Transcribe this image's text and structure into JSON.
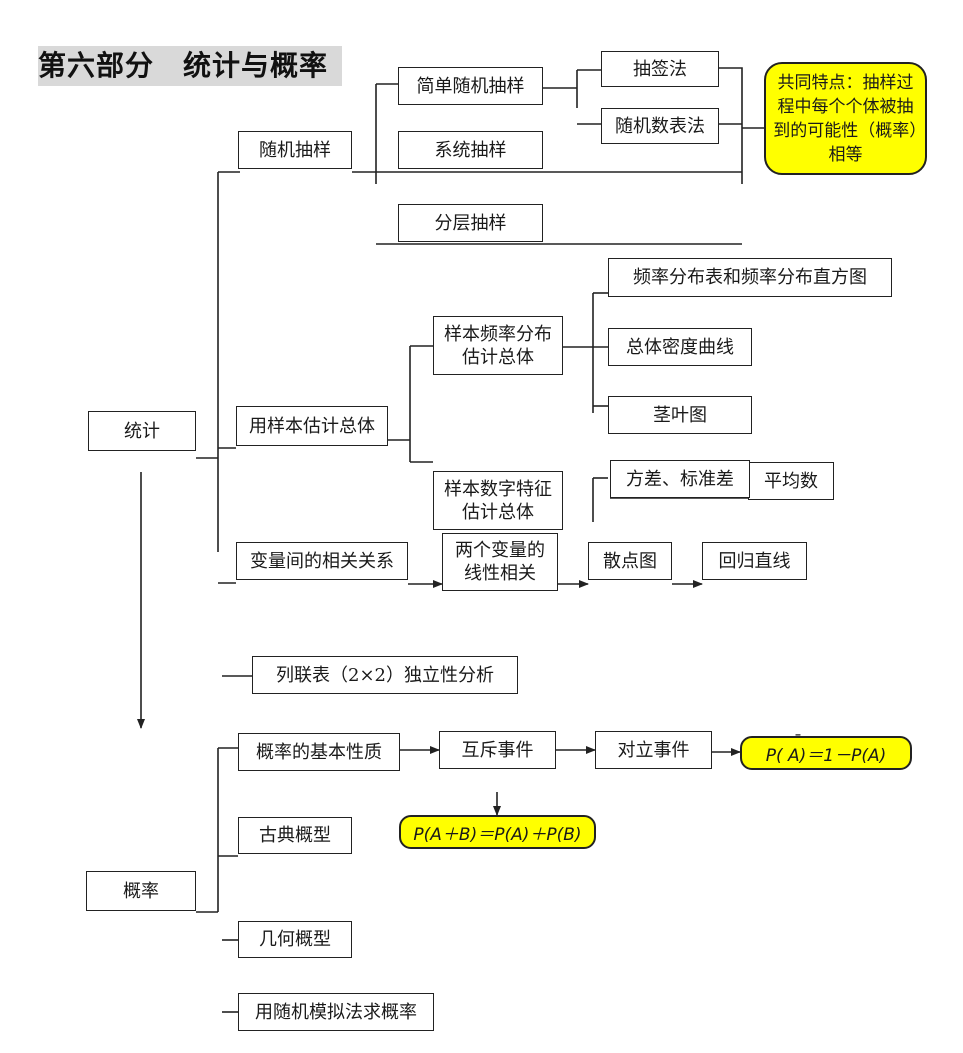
{
  "title": "第六部分　统计与概率",
  "nodes": {
    "tongji": "统计",
    "suiji_chouyang": "随机抽样",
    "jiandan": "简单随机抽样",
    "xitong": "系统抽样",
    "fenceng": "分层抽样",
    "chouqian": "抽签法",
    "suijishu": "随机数表法",
    "yangben_guji": "用样本估计总体",
    "pinlv_guji": "样本频率分布估计总体",
    "pinlv_biao": "频率分布表和频率分布直方图",
    "midu": "总体密度曲线",
    "jingye": "茎叶图",
    "shuzi_guji": "样本数字特征估计总体",
    "fangcha": "方差、标准差",
    "pingjun": "平均数",
    "xiangguan": "变量间的相关关系",
    "xianxing": "两个变量的线性相关",
    "sandian": "散点图",
    "huigui": "回归直线",
    "lielian": "列联表（2×2）独立性分析",
    "gailv": "概率",
    "jiben_xingzhi": "概率的基本性质",
    "huchi": "互斥事件",
    "duili": "对立事件",
    "gudian": "古典概型",
    "jihe": "几何概型",
    "moni": "用随机模拟法求概率"
  },
  "callout": "共同特点：抽样过程中每个个体被抽到的可能性（概率）相等",
  "formulas": {
    "complement": "P( A)＝1－P(A)",
    "complement_bar": "¯",
    "addition": "P(A＋B)＝P(A)＋P(B)"
  },
  "colors": {
    "highlight": "#ffff00",
    "title_bg": "#d9d9d9",
    "line": "#222222"
  }
}
